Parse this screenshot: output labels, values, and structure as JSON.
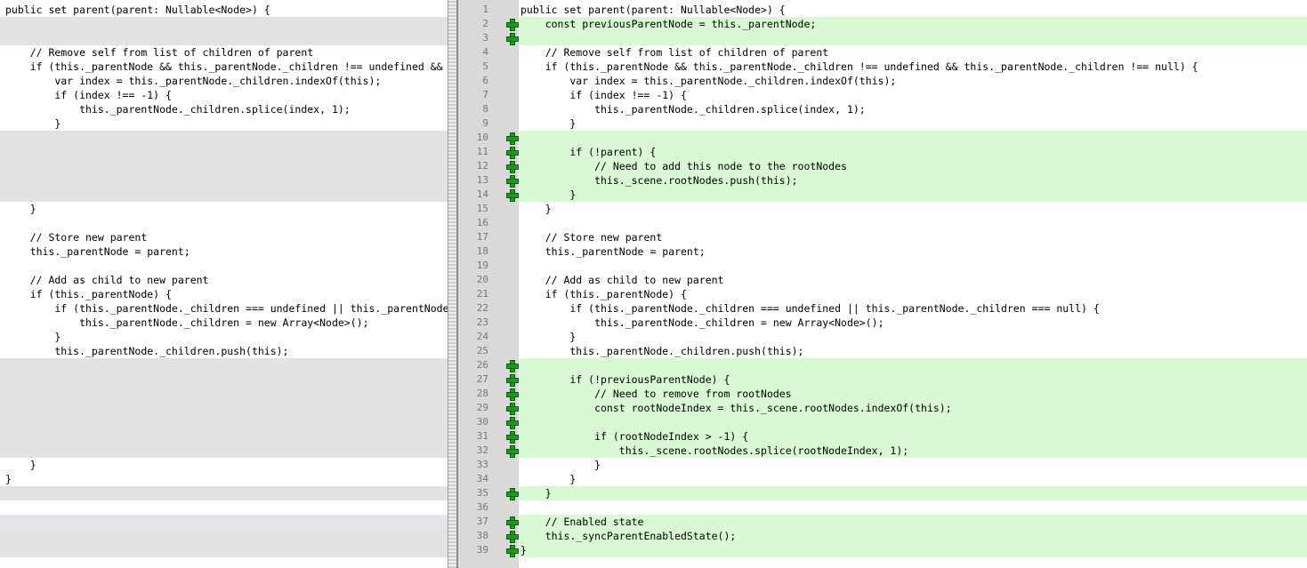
{
  "left": {
    "rows": [
      {
        "type": "code",
        "text": "public set parent(parent: Nullable<Node>) {"
      },
      {
        "type": "ph"
      },
      {
        "type": "ph"
      },
      {
        "type": "code",
        "text": "    // Remove self from list of children of parent"
      },
      {
        "type": "code",
        "text": "    if (this._parentNode && this._parentNode._children !== undefined && this._parentNode._children !== null) {"
      },
      {
        "type": "code",
        "text": "        var index = this._parentNode._children.indexOf(this);"
      },
      {
        "type": "code",
        "text": "        if (index !== -1) {"
      },
      {
        "type": "code",
        "text": "            this._parentNode._children.splice(index, 1);"
      },
      {
        "type": "code",
        "text": "        }"
      },
      {
        "type": "ph"
      },
      {
        "type": "ph"
      },
      {
        "type": "ph"
      },
      {
        "type": "ph"
      },
      {
        "type": "ph"
      },
      {
        "type": "code",
        "text": "    }"
      },
      {
        "type": "code",
        "text": ""
      },
      {
        "type": "code",
        "text": "    // Store new parent"
      },
      {
        "type": "code",
        "text": "    this._parentNode = parent;"
      },
      {
        "type": "code",
        "text": ""
      },
      {
        "type": "code",
        "text": "    // Add as child to new parent"
      },
      {
        "type": "code",
        "text": "    if (this._parentNode) {"
      },
      {
        "type": "code",
        "text": "        if (this._parentNode._children === undefined || this._parentNode._children === null) {"
      },
      {
        "type": "code",
        "text": "            this._parentNode._children = new Array<Node>();"
      },
      {
        "type": "code",
        "text": "        }"
      },
      {
        "type": "code",
        "text": "        this._parentNode._children.push(this);"
      },
      {
        "type": "ph"
      },
      {
        "type": "ph"
      },
      {
        "type": "ph"
      },
      {
        "type": "ph"
      },
      {
        "type": "ph"
      },
      {
        "type": "ph"
      },
      {
        "type": "ph"
      },
      {
        "type": "code",
        "text": "    }"
      },
      {
        "type": "code",
        "text": "}"
      },
      {
        "type": "ph"
      },
      {
        "type": "code",
        "text": ""
      },
      {
        "type": "ph2"
      },
      {
        "type": "ph"
      },
      {
        "type": "ph"
      }
    ]
  },
  "right": {
    "lines": [
      {
        "n": "1",
        "text": "public set parent(parent: Nullable<Node>) {",
        "added": false
      },
      {
        "n": "2",
        "text": "    const previousParentNode = this._parentNode;",
        "added": true
      },
      {
        "n": "3",
        "text": "",
        "added": true
      },
      {
        "n": "4",
        "text": "    // Remove self from list of children of parent",
        "added": false
      },
      {
        "n": "5",
        "text": "    if (this._parentNode && this._parentNode._children !== undefined && this._parentNode._children !== null) {",
        "added": false
      },
      {
        "n": "6",
        "text": "        var index = this._parentNode._children.indexOf(this);",
        "added": false
      },
      {
        "n": "7",
        "text": "        if (index !== -1) {",
        "added": false
      },
      {
        "n": "8",
        "text": "            this._parentNode._children.splice(index, 1);",
        "added": false
      },
      {
        "n": "9",
        "text": "        }",
        "added": false
      },
      {
        "n": "10",
        "text": "",
        "added": true
      },
      {
        "n": "11",
        "text": "        if (!parent) {",
        "added": true
      },
      {
        "n": "12",
        "text": "            // Need to add this node to the rootNodes",
        "added": true
      },
      {
        "n": "13",
        "text": "            this._scene.rootNodes.push(this);",
        "added": true
      },
      {
        "n": "14",
        "text": "        }",
        "added": true
      },
      {
        "n": "15",
        "text": "    }",
        "added": false
      },
      {
        "n": "16",
        "text": "",
        "added": false
      },
      {
        "n": "17",
        "text": "    // Store new parent",
        "added": false
      },
      {
        "n": "18",
        "text": "    this._parentNode = parent;",
        "added": false
      },
      {
        "n": "19",
        "text": "",
        "added": false
      },
      {
        "n": "20",
        "text": "    // Add as child to new parent",
        "added": false
      },
      {
        "n": "21",
        "text": "    if (this._parentNode) {",
        "added": false
      },
      {
        "n": "22",
        "text": "        if (this._parentNode._children === undefined || this._parentNode._children === null) {",
        "added": false
      },
      {
        "n": "23",
        "text": "            this._parentNode._children = new Array<Node>();",
        "added": false
      },
      {
        "n": "24",
        "text": "        }",
        "added": false
      },
      {
        "n": "25",
        "text": "        this._parentNode._children.push(this);",
        "added": false
      },
      {
        "n": "26",
        "text": "",
        "added": true
      },
      {
        "n": "27",
        "text": "        if (!previousParentNode) {",
        "added": true
      },
      {
        "n": "28",
        "text": "            // Need to remove from rootNodes",
        "added": true
      },
      {
        "n": "29",
        "text": "            const rootNodeIndex = this._scene.rootNodes.indexOf(this);",
        "added": true
      },
      {
        "n": "30",
        "text": "",
        "added": true
      },
      {
        "n": "31",
        "text": "            if (rootNodeIndex > -1) {",
        "added": true
      },
      {
        "n": "32",
        "text": "                this._scene.rootNodes.splice(rootNodeIndex, 1);",
        "added": true
      },
      {
        "n": "33",
        "text": "            }",
        "added": false
      },
      {
        "n": "34",
        "text": "        }",
        "added": false
      },
      {
        "n": "35",
        "text": "    }",
        "added": true
      },
      {
        "n": "36",
        "text": "",
        "added": false
      },
      {
        "n": "37",
        "text": "    // Enabled state",
        "added": true
      },
      {
        "n": "38",
        "text": "    this._syncParentEnabledState();",
        "added": true
      },
      {
        "n": "39",
        "text": "}",
        "added": true
      }
    ]
  }
}
